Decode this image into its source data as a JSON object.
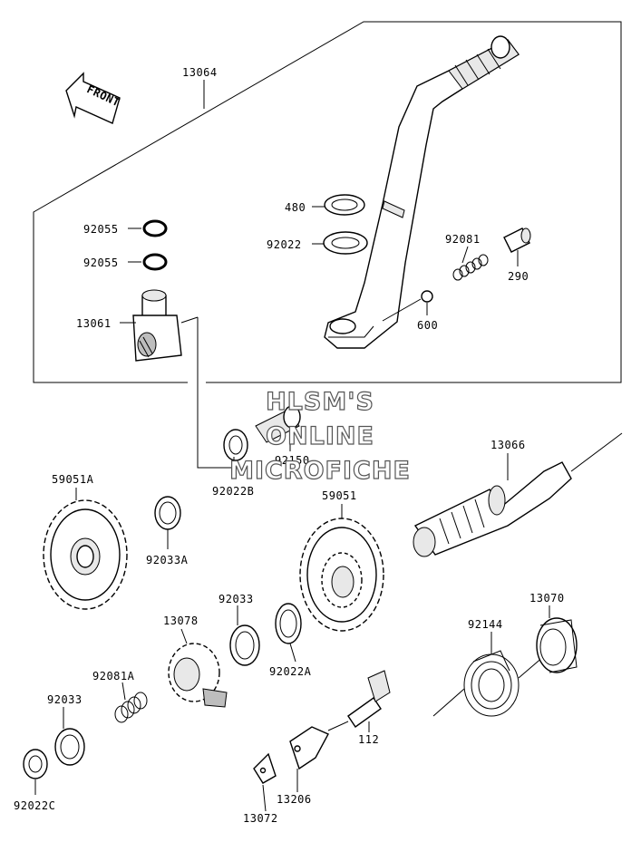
{
  "front_badge": {
    "text": "FRONT"
  },
  "labels": {
    "p13064": "13064",
    "p92055a": "92055",
    "p92055b": "92055",
    "p13061": "13061",
    "p480": "480",
    "p92022": "92022",
    "p92081": "92081",
    "p290": "290",
    "p600": "600",
    "p92022B": "92022B",
    "p92150": "92150",
    "p13066": "13066",
    "p59051A": "59051A",
    "p92033A": "92033A",
    "p59051": "59051",
    "p92033": "92033",
    "p13078": "13078",
    "p92022A": "92022A",
    "p92144": "92144",
    "p13070": "13070",
    "p92081A": "92081A",
    "p92033b": "92033",
    "p92022C": "92022C",
    "p112": "112",
    "p13206": "13206",
    "p13072": "13072"
  },
  "watermark": {
    "line1": "HLSM'S",
    "line2": "ONLINE",
    "line3": "MICROFICHE"
  }
}
